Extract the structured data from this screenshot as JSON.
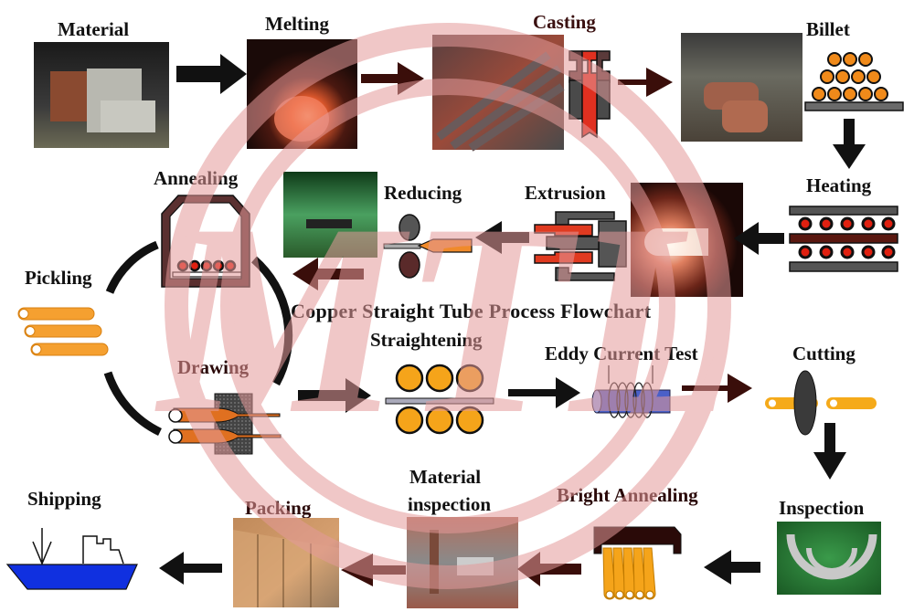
{
  "title": "Copper Straight Tube Process Flowchart",
  "watermark": {
    "text": "MTL",
    "color": "#e8a0a0"
  },
  "colors": {
    "copper": "#f0922e",
    "hot_red": "#d83020",
    "steel": "#555",
    "ship_blue": "#1030e0",
    "arrow": "#111"
  },
  "steps": {
    "material": "Material",
    "melting": "Melting",
    "casting": "Casting",
    "billet": "Billet",
    "heating": "Heating",
    "extrusion": "Extrusion",
    "reducing": "Reducing",
    "annealing": "Annealing",
    "pickling": "Pickling",
    "drawing": "Drawing",
    "straightening": "Straightening",
    "eddy_current_test": "Eddy Current Test",
    "cutting": "Cutting",
    "inspection": "Inspection",
    "bright_annealing": "Bright Annealing",
    "material_inspection_line1": "Material",
    "material_inspection_line2": "inspection",
    "packing": "Packing",
    "shipping": "Shipping"
  },
  "icons": {
    "material": "stacked-ingots-photo",
    "melting": "furnace-melt-photo",
    "casting": "cast-logs-photo",
    "casting_mold": "mold-icon",
    "billet": "billet-photo",
    "billet_stack": "billet-stack-icon",
    "heating": "heating-furnace-icon",
    "extrusion_photo": "extrusion-photo",
    "extrusion": "extrusion-die-icon",
    "reducing": "reducing-rolls-icon",
    "reducing_photo": "reducing-mill-photo",
    "annealing": "annealing-furnace-icon",
    "pickling": "pickled-tubes-icon",
    "drawing": "drawing-die-icon",
    "straightening": "straightening-rolls-icon",
    "eddy": "eddy-coil-icon",
    "cutting": "cutting-disc-icon",
    "inspection": "micrometer-photo",
    "bright_annealing": "bright-annealing-icon",
    "material_inspection": "inspection-machine-photo",
    "packing": "packing-crate-photo",
    "shipping": "ship-icon"
  }
}
